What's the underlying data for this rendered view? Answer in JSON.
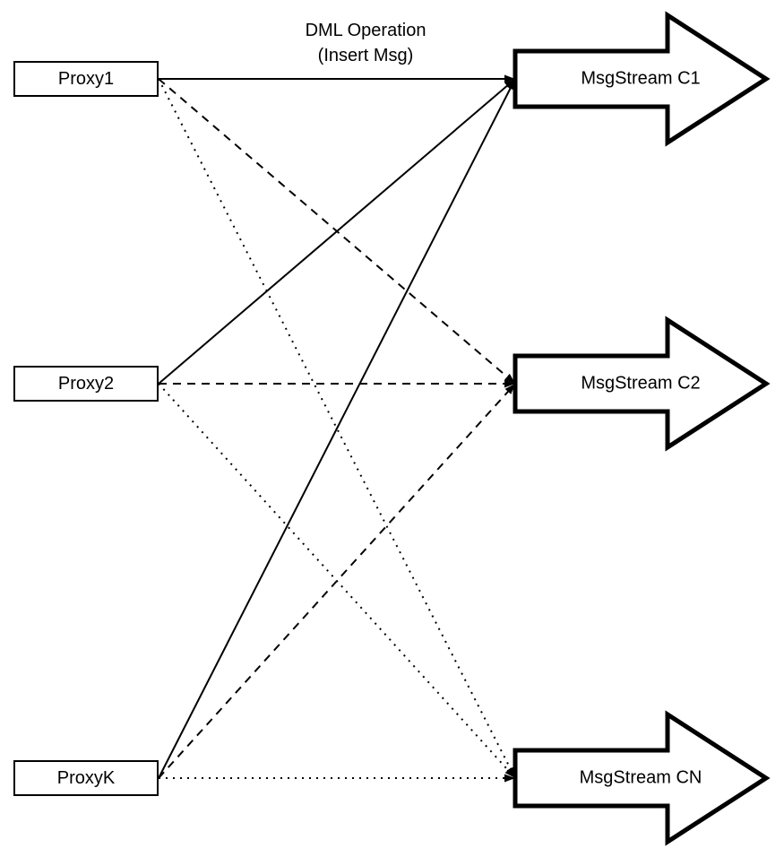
{
  "title": {
    "line1": "DML Operation",
    "line2": "(Insert Msg)"
  },
  "colors": {
    "background": "#ffffff",
    "stroke": "#000000",
    "shape_fill": "#ffffff"
  },
  "proxies": [
    {
      "id": "proxy1",
      "label": "Proxy1"
    },
    {
      "id": "proxy2",
      "label": "Proxy2"
    },
    {
      "id": "proxyk",
      "label": "ProxyK"
    }
  ],
  "streams": [
    {
      "id": "c1",
      "label": "MsgStream C1"
    },
    {
      "id": "c2",
      "label": "MsgStream C2"
    },
    {
      "id": "cn",
      "label": "MsgStream CN"
    }
  ],
  "connections": [
    {
      "from": "proxy1",
      "to": "c1",
      "style": "solid"
    },
    {
      "from": "proxy1",
      "to": "c2",
      "style": "dashed"
    },
    {
      "from": "proxy1",
      "to": "cn",
      "style": "dotted"
    },
    {
      "from": "proxy2",
      "to": "c1",
      "style": "solid"
    },
    {
      "from": "proxy2",
      "to": "c2",
      "style": "dashed"
    },
    {
      "from": "proxy2",
      "to": "cn",
      "style": "dotted"
    },
    {
      "from": "proxyk",
      "to": "c1",
      "style": "solid"
    },
    {
      "from": "proxyk",
      "to": "c2",
      "style": "dashed"
    },
    {
      "from": "proxyk",
      "to": "cn",
      "style": "dotted"
    }
  ]
}
